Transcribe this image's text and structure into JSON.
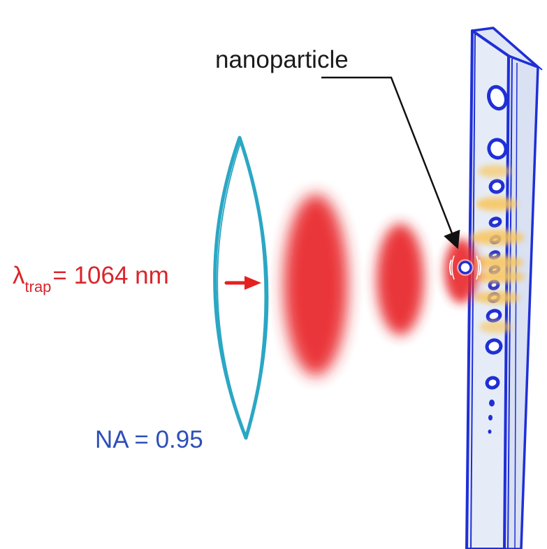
{
  "labels": {
    "nanoparticle": "nanoparticle",
    "wavelength_symbol": "λ",
    "wavelength_subscript": "trap",
    "wavelength_value": "= 1064 nm",
    "numerical_aperture": "NA = 0.95"
  },
  "colors": {
    "lens": "#2ba7c4",
    "laser_beam": "#e8262b",
    "arrow": "#e3221f",
    "waveguide_outline": "#1f2fd6",
    "waveguide_fill": "#e6ecf7",
    "cavity_mode": "#f9c55a",
    "particle": "#ffffff",
    "particle_outline": "#1f2fd6",
    "wavelength_text": "#d9252b",
    "na_text": "#2e4fb8",
    "leader_line": "#111111"
  },
  "icons": {
    "lens": "biconvex-lens-icon",
    "input_arrow": "right-arrow-icon",
    "particle": "nanoparticle-sphere-icon",
    "waveguide": "photonic-crystal-beam-icon"
  }
}
